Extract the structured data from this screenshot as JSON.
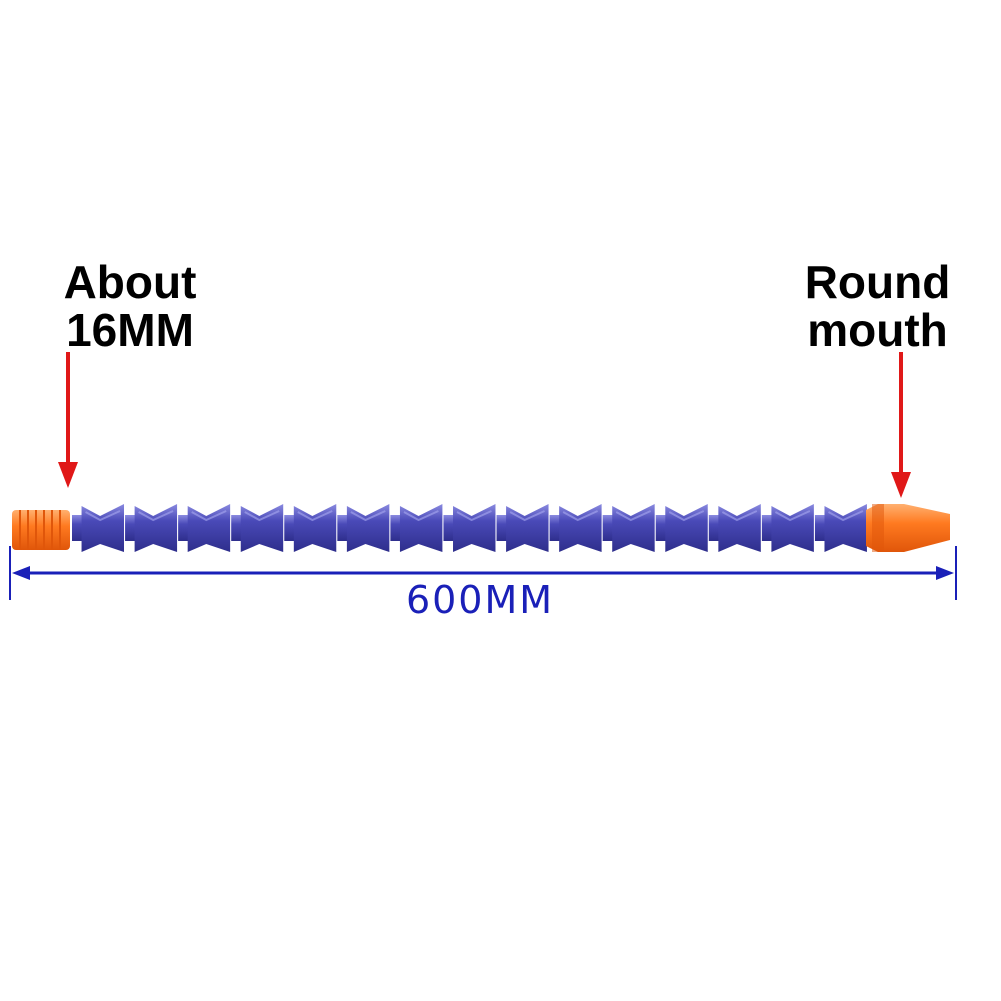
{
  "labels": {
    "left": {
      "line1": "About",
      "line2": "16MM"
    },
    "right": {
      "line1": "Round",
      "line2": "mouth"
    },
    "dimension": "600MM"
  },
  "hose": {
    "segment_count": 15,
    "colors": {
      "segment": "#4a4ab8",
      "segment_dark": "#2e2e8c",
      "segment_light": "#8a8ae0",
      "fitting": "#ff7a20",
      "fitting_dark": "#e0560a"
    }
  },
  "annotation_colors": {
    "arrow": "#e01818",
    "dimension_line": "#1a20b8"
  }
}
